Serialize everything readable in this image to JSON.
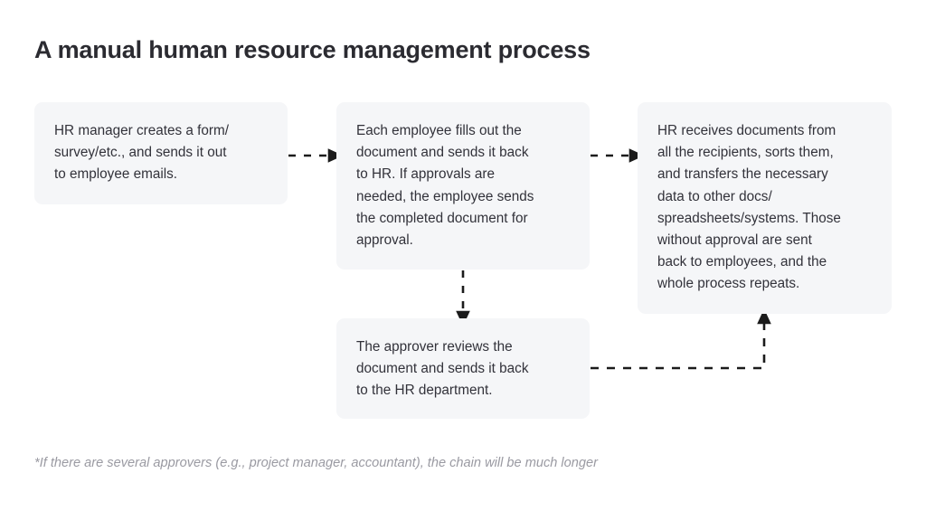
{
  "page": {
    "title": "A manual human resource management process",
    "background_color": "#ffffff",
    "title_color": "#2b2b31"
  },
  "diagram": {
    "type": "flowchart",
    "box_fill_color": "#f5f6f8",
    "box_text_color": "#32323a",
    "connector_color": "#1b1b1b",
    "connector_style": "dashed",
    "steps": [
      {
        "id": "step-1",
        "order": 1,
        "text": "HR manager creates a form/\nsurvey/etc., and sends it out\nto employee emails."
      },
      {
        "id": "step-2",
        "order": 2,
        "text": "Each employee fills out the\ndocument and sends it back\nto HR. If approvals are\nneeded, the employee sends\nthe completed document for\napproval."
      },
      {
        "id": "step-3",
        "order": 3,
        "text": "HR receives documents from\nall the recipients, sorts them,\nand transfers the necessary\ndata to other docs/\nspreadsheets/systems. Those\nwithout approval are sent\nback to employees, and the\nwhole process repeats."
      },
      {
        "id": "step-4",
        "order": 4,
        "text": "The approver reviews the\ndocument and sends it back\nto the HR department."
      }
    ],
    "connectors": [
      {
        "id": "arrow-step1-to-step2",
        "from": "step-1",
        "to": "step-2",
        "direction": "right"
      },
      {
        "id": "arrow-step2-to-step3",
        "from": "step-2",
        "to": "step-3",
        "direction": "right"
      },
      {
        "id": "arrow-step2-to-step4",
        "from": "step-2",
        "to": "step-4",
        "direction": "down"
      },
      {
        "id": "arrow-step4-to-step3",
        "from": "step-4",
        "to": "step-3",
        "direction": "right-then-up"
      }
    ]
  },
  "footnote": {
    "text": "*If there are several approvers (e.g., project manager, accountant), the chain will be much longer",
    "color": "#9a9aa2"
  }
}
